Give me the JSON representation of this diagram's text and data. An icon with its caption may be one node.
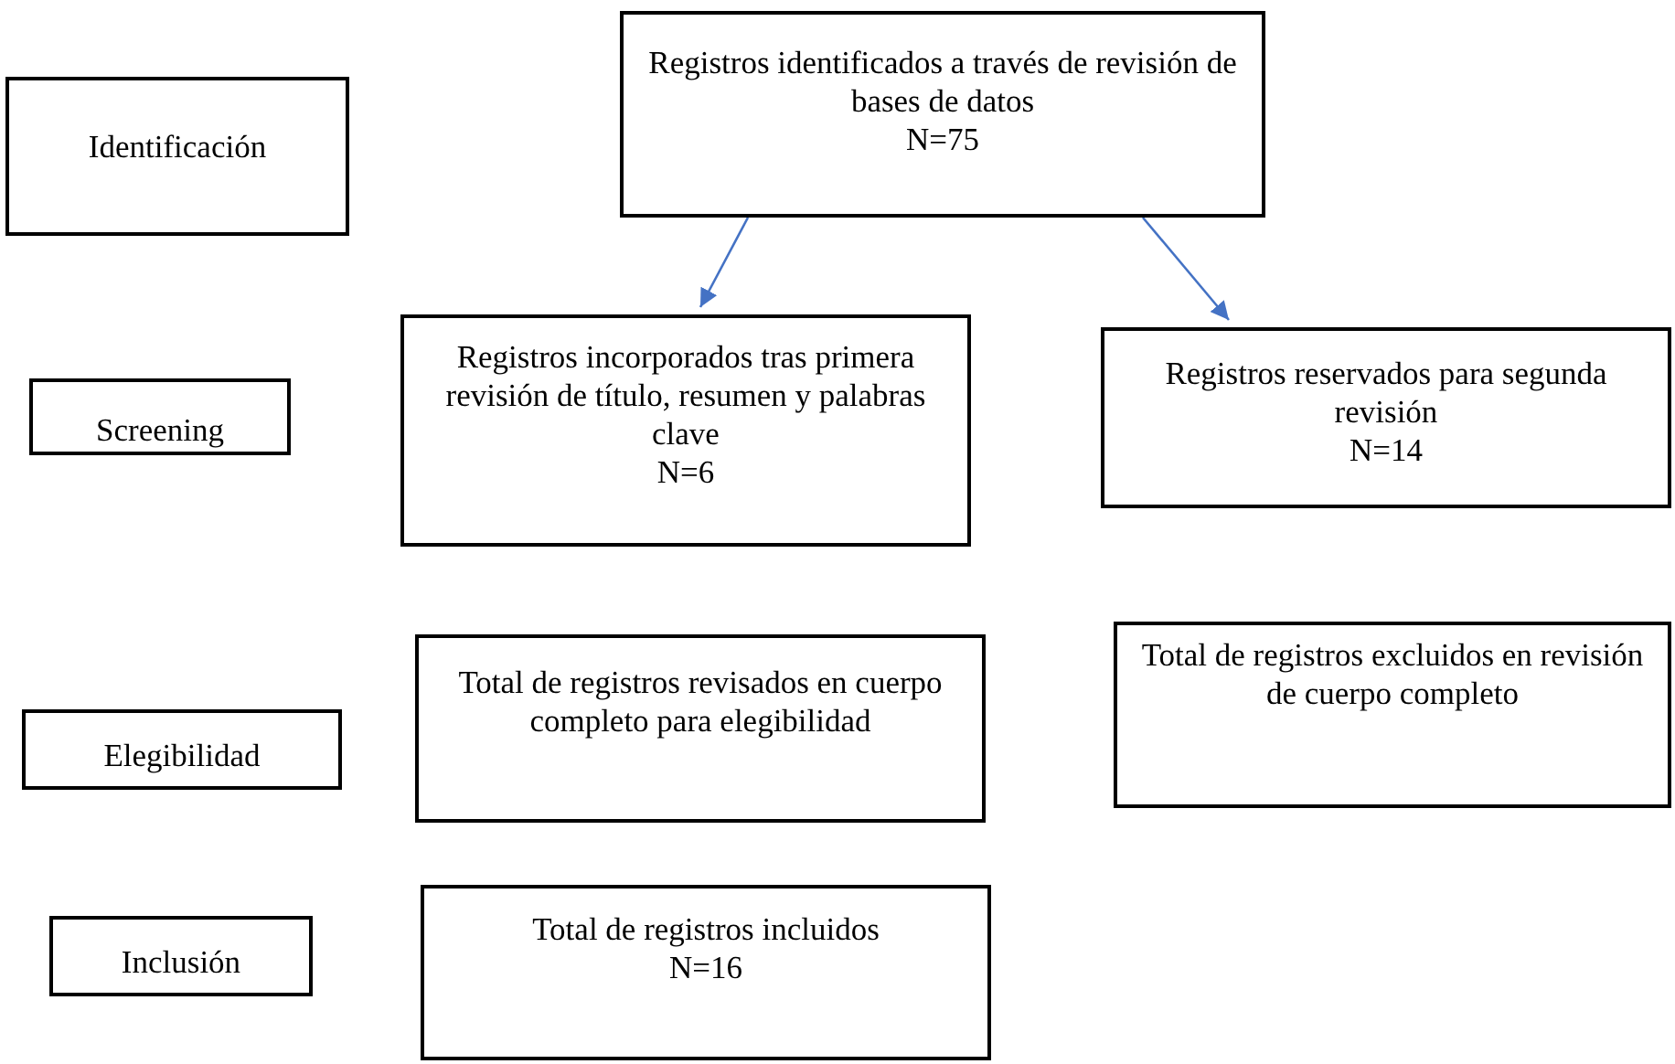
{
  "diagram": {
    "nodes": [
      {
        "text": [
          "Identificación"
        ]
      },
      {
        "text": [
          "Registros identificados a través de revisión de bases de datos",
          "N=75"
        ]
      },
      {
        "text": [
          "Screening"
        ]
      },
      {
        "text": [
          "Registros incorporados tras primera revisión de título, resumen y palabras clave",
          "N=6"
        ]
      },
      {
        "text": [
          "Registros reservados para segunda revisión",
          "N=14"
        ]
      },
      {
        "text": [
          "Elegibilidad"
        ]
      },
      {
        "text": [
          "Total de registros revisados en cuerpo completo para elegibilidad"
        ]
      },
      {
        "text": [
          "Total de registros excluidos en revisión de cuerpo completo"
        ]
      },
      {
        "text": [
          "Inclusión"
        ]
      },
      {
        "text": [
          "Total de registros incluidos",
          "N=16"
        ]
      }
    ],
    "edges": [
      {
        "from": 1,
        "to": 3,
        "arrow": "to"
      },
      {
        "from": 1,
        "to": 4,
        "arrow": "to"
      }
    ]
  }
}
